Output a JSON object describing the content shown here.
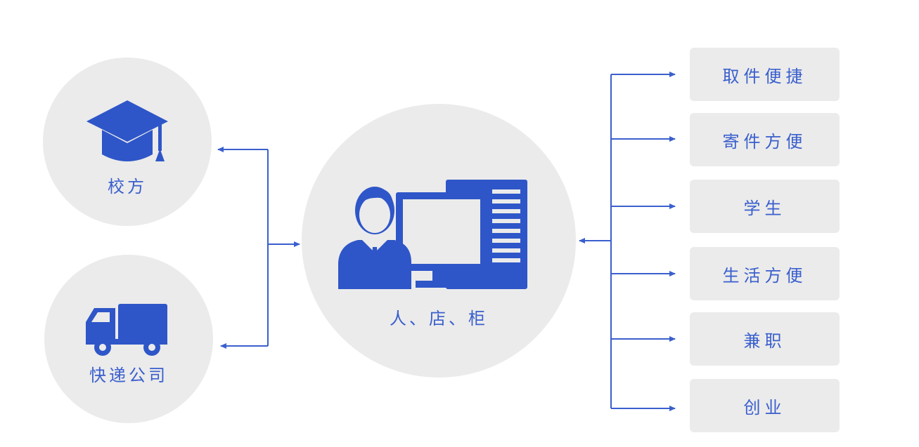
{
  "colors": {
    "accent": "#3a5fcd",
    "node_bg": "#ebebeb",
    "line": "#3a5fcd"
  },
  "nodes": {
    "school": {
      "label": "校方",
      "icon": "graduation-cap-icon"
    },
    "courier": {
      "label": "快递公司",
      "icon": "truck-icon"
    },
    "center": {
      "label": "人、店、柜",
      "icon": "person-computer-icon"
    }
  },
  "benefits": [
    {
      "label": "取件便捷"
    },
    {
      "label": "寄件方便"
    },
    {
      "label": "学生"
    },
    {
      "label": "生活方便"
    },
    {
      "label": "兼职"
    },
    {
      "label": "创业"
    }
  ]
}
